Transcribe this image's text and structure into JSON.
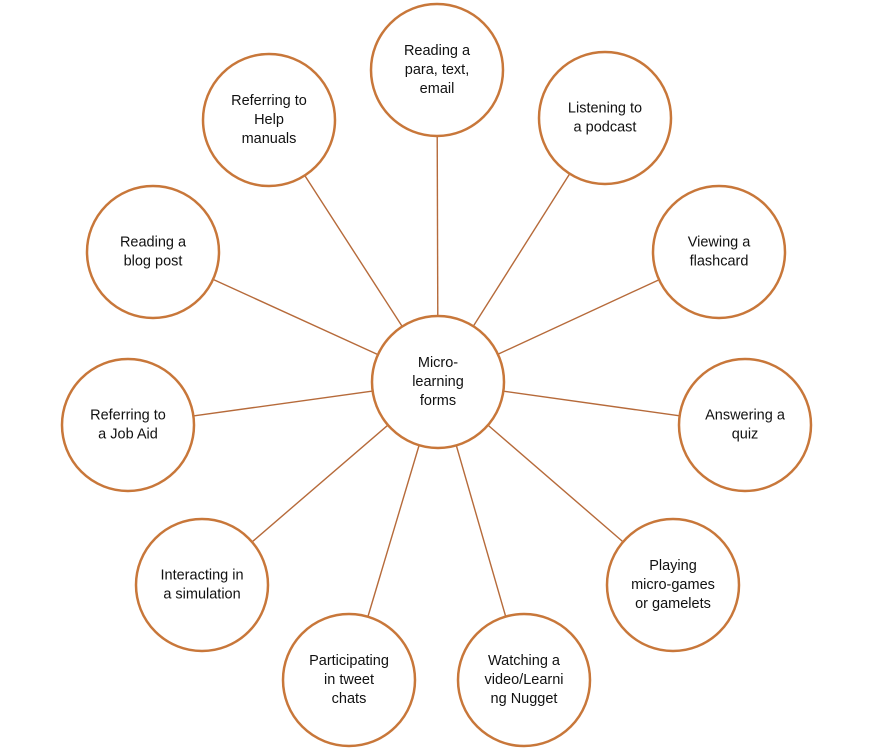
{
  "colors": {
    "circle_stroke": "#c8773a",
    "connector": "#b66a3a",
    "fill": "#ffffff",
    "text": "#111111"
  },
  "center": {
    "lines": [
      "Micro-",
      "learning",
      "forms"
    ]
  },
  "nodes": [
    {
      "id": "reading-a-para",
      "lines": [
        "Reading a",
        "para, text,",
        "email"
      ]
    },
    {
      "id": "listening-to-a-podcast",
      "lines": [
        "Listening to",
        "a podcast"
      ]
    },
    {
      "id": "viewing-a-flashcard",
      "lines": [
        "Viewing a",
        "flashcard"
      ]
    },
    {
      "id": "answering-a-quiz",
      "lines": [
        "Answering a",
        "quiz"
      ]
    },
    {
      "id": "playing-micro-games",
      "lines": [
        "Playing",
        "micro-games",
        "or gamelets"
      ]
    },
    {
      "id": "watching-a-video",
      "lines": [
        "Watching a",
        "video/Learni",
        "ng Nugget"
      ]
    },
    {
      "id": "participating-in-tweet-chats",
      "lines": [
        "Participating",
        "in tweet",
        "chats"
      ]
    },
    {
      "id": "interacting-in-a-simulation",
      "lines": [
        "Interacting in",
        "a simulation"
      ]
    },
    {
      "id": "referring-to-a-job-aid",
      "lines": [
        "Referring to",
        "a Job Aid"
      ]
    },
    {
      "id": "reading-a-blog-post",
      "lines": [
        "Reading a",
        "blog post"
      ]
    },
    {
      "id": "referring-to-help-manuals",
      "lines": [
        "Referring to",
        "Help",
        "manuals"
      ]
    }
  ]
}
